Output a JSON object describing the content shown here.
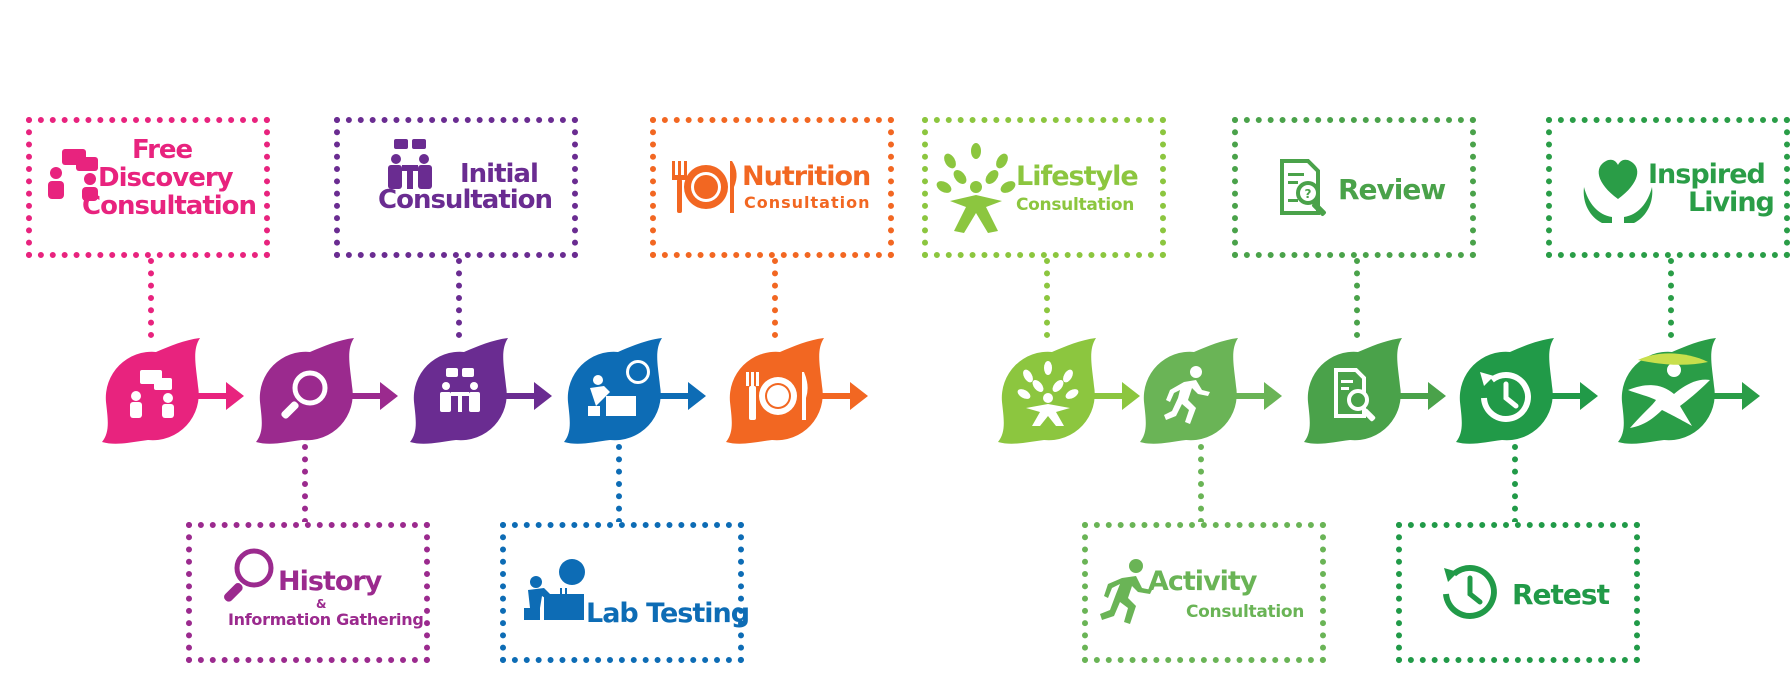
{
  "colors": {
    "pink": "#e8237e",
    "magenta": "#9b2a8e",
    "purple": "#6a2c91",
    "blue": "#0d6cb5",
    "orange": "#f26722",
    "lime": "#8cc63f",
    "green_mid": "#6ab456",
    "green_deep": "#4aa24a",
    "green_dark": "#219a48",
    "green_bright": "#2a9d47"
  },
  "steps": [
    {
      "id": "free-discovery",
      "title_lines": [
        "Free",
        "Discovery",
        "Consultation"
      ],
      "icon": "consultation-people-icon"
    },
    {
      "id": "history",
      "title_lines": [
        "History"
      ],
      "amp": "&",
      "subtitle": "Information Gathering",
      "icon": "magnifier-icon"
    },
    {
      "id": "initial",
      "title_lines": [
        "Initial",
        "Consultation"
      ],
      "icon": "meeting-table-icon"
    },
    {
      "id": "lab",
      "title_lines": [
        "Lab Testing"
      ],
      "icon": "lab-scientist-icon"
    },
    {
      "id": "nutrition",
      "title_lines": [
        "Nutrition"
      ],
      "subtitle": "Consultation",
      "icon": "plate-cutlery-icon"
    },
    {
      "id": "lifestyle",
      "title_lines": [
        "Lifestyle"
      ],
      "subtitle": "Consultation",
      "icon": "tree-person-icon"
    },
    {
      "id": "activity",
      "title_lines": [
        "Activity"
      ],
      "subtitle": "Consultation",
      "icon": "runner-icon"
    },
    {
      "id": "review",
      "title_lines": [
        "Review"
      ],
      "icon": "document-search-icon"
    },
    {
      "id": "retest",
      "title_lines": [
        "Retest"
      ],
      "icon": "clock-history-icon"
    },
    {
      "id": "inspired",
      "title_lines": [
        "Inspired",
        "Living"
      ],
      "icon": "heart-hands-icon"
    }
  ]
}
